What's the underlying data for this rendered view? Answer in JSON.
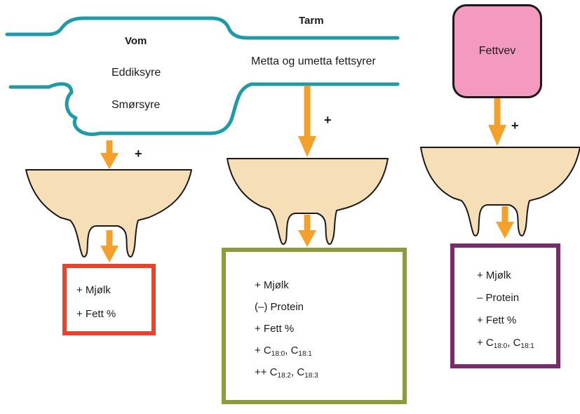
{
  "labels": {
    "vom": "Vom",
    "eddiksyre": "Eddiksyre",
    "smorsyre": "Smørsyre",
    "tarm": "Tarm",
    "metta": "Metta og umetta fettsyrer",
    "fettvev": "Fettvev",
    "plus": "+"
  },
  "boxes": {
    "left": {
      "border_color": "#e8442c",
      "lines": [
        "+ Mjølk",
        "+ Fett %"
      ]
    },
    "middle": {
      "border_color": "#8f9a3c",
      "lines": [
        {
          "text": "+ Mjølk"
        },
        {
          "text": "(–) Protein"
        },
        {
          "text": "+ Fett %"
        },
        {
          "parts": [
            "+ C",
            "18:0",
            ", C",
            "18:1"
          ]
        },
        {
          "parts": [
            "++ C",
            "18:2",
            ", C",
            "18:3"
          ]
        }
      ]
    },
    "right": {
      "border_color": "#7b2a6c",
      "lines": [
        {
          "text": "+ Mjølk"
        },
        {
          "text": "– Protein"
        },
        {
          "text": "+ Fett %"
        },
        {
          "parts": [
            "+ C",
            "18:0",
            ", C",
            "18:1"
          ]
        }
      ]
    }
  },
  "colors": {
    "rumen_outline": "#1f9aa6",
    "arrow": "#f4a02a",
    "udder_fill": "#f6dfb7",
    "udder_outline": "#1a1a1a",
    "fat_tissue_fill": "#f49ac1"
  }
}
